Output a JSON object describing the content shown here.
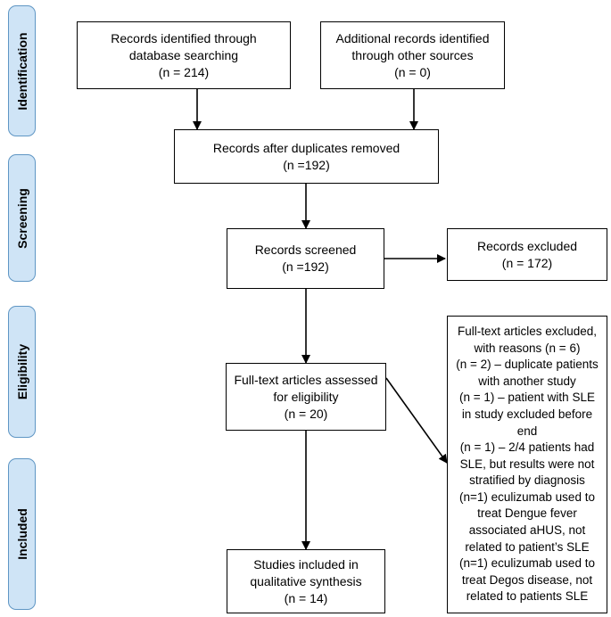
{
  "phases": {
    "identification": "Identification",
    "screening": "Screening",
    "eligibility": "Eligibility",
    "included": "Included"
  },
  "boxes": {
    "db_search": {
      "lines": [
        "Records identified through",
        "database searching",
        "(n = 214)"
      ]
    },
    "other_sources": {
      "lines": [
        "Additional records identified",
        "through other sources",
        "(n = 0)"
      ]
    },
    "duplicates_removed": {
      "lines": [
        "Records after duplicates removed",
        "(n =192)"
      ]
    },
    "screened": {
      "lines": [
        "Records screened",
        "(n =192)"
      ]
    },
    "excluded": {
      "lines": [
        "Records excluded",
        "(n = 172)"
      ]
    },
    "fulltext_assessed": {
      "lines": [
        "Full-text articles assessed",
        "for eligibility",
        "(n = 20)"
      ]
    },
    "fulltext_excluded": {
      "lines": [
        "Full-text articles excluded,",
        "with reasons (n = 6)",
        "(n = 2) – duplicate patients",
        "with another study",
        "(n = 1) – patient with SLE",
        "in study excluded before",
        "end",
        "(n = 1) – 2/4 patients had",
        "SLE, but results were not",
        "stratified by diagnosis",
        "(n=1) eculizumab used to",
        "treat Dengue fever",
        "associated aHUS, not",
        "related to patient’s SLE",
        "(n=1) eculizumab used to",
        "treat Degos disease, not",
        "related to patients SLE"
      ]
    },
    "included": {
      "lines": [
        "Studies included in",
        "qualitative synthesis",
        "(n = 14)"
      ]
    }
  }
}
